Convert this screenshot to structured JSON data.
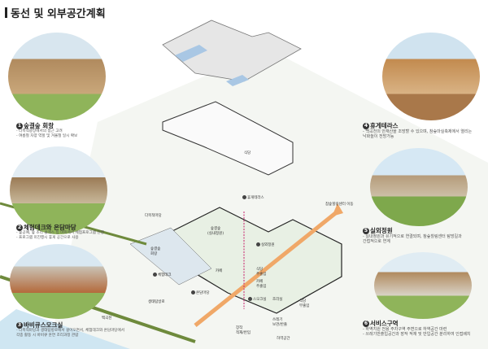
{
  "title": "동선 및 외부공간계획",
  "colors": {
    "flow_arrow": "#f0a868",
    "service_flow": "#c8206a",
    "green_path": "#6e8a3c",
    "water": "#cfe6f2"
  },
  "features": [
    {
      "num": "1",
      "name": "숲결숲 회랑",
      "desc": [
        "- 다목적광장에서의 접근 고려",
        "- 여름철 차양 역할 및 겨울철 일시 확보"
      ]
    },
    {
      "num": "2",
      "name": "체험데크와 온담마당",
      "desc": [
        "- 숲공예, 숲 조리 클래스 등 야외에서 체험프로그램 진행",
        "- 프로그램 미진행시 휴게 공간으로 사용"
      ]
    },
    {
      "num": "3",
      "name": "바비큐스모크실",
      "desc": [
        "- 다목적마당과 생태탐방로에서 걸어오면서, 체험데크와 온담마당에서",
        "  각종 활동 시 바비큐 훈연 조리과정 관람"
      ]
    },
    {
      "num": "4",
      "name": "휴게테라스",
      "desc": [
        "- 백곡천의 안재산을 조망할 수 있으며, 참숲마실축제에서 열리는",
        "  낙화놀이 전망가능"
      ]
    },
    {
      "num": "5",
      "name": "실외정원",
      "desc": [
        "- 실내정원과 유기적으로 연결되며, 참숲힐링센터 탐방길과",
        "  간접적으로 연계"
      ]
    },
    {
      "num": "6",
      "name": "서비스구역",
      "desc": [
        "- 하역지원 전용 주차구역 주변으로 하역공간 마련",
        "- 쓰레기반출입공간과 장작 적재 및 반입공간 분리하여 인접배치"
      ]
    }
  ],
  "labels": {
    "terrace": "휴게테라스",
    "restaurant": "식당",
    "plaza": "다목적마당",
    "indoor_garden": "숲결숲\n(실내정원)",
    "corridor": "숲결숲\n회랑",
    "deck": "체험데크",
    "cafe": "카페",
    "ondam": "온담마당",
    "outdoor_garden": "실외정원",
    "smoke": "스모크실",
    "kitchen": "조리실",
    "rest_entry": "식당\n주출입",
    "cafe_entry": "카페\n주출입",
    "rest_sub": "식당\n부출입",
    "trash": "쓰레기\n보관/반출",
    "wood": "장작\n적재/반입",
    "unload": "하역공간",
    "eco_trail": "생태탐방로",
    "healing": "참숲힐링센터 이동",
    "stream": "백곡천"
  }
}
